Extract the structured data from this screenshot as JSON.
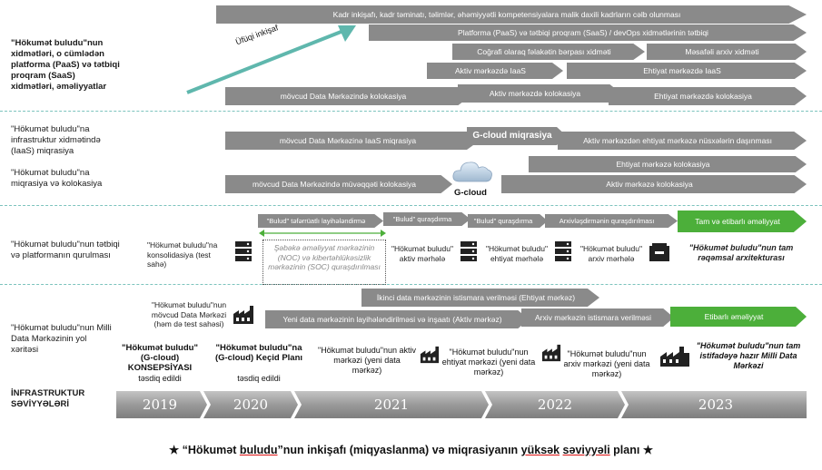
{
  "rows": {
    "saas": "\"Hökumət buludu\"nun xidmətləri, o cümlədən platforma (PaaS) və tətbiqi proqram (SaaS) xidmətləri, əməliyyatlar",
    "iaas": "\"Hökumət buludu\"na infrastruktur xidmətində (IaaS) miqrasiya",
    "colo": "\"Hökumət buludu\"na miqrasiya və kolokasiya",
    "platform": "\"Hökumət buludu\"nun tətbiqi və platformanın qurulması",
    "roadmap": "\"Hökumət buludu\"nun Milli Data Mərkəzinin yol xəritəsi",
    "infra": "İNFRASTRUKTUR SƏVİYYƏLƏRİ"
  },
  "growth_label": "Üfüqi inkişaf",
  "arrows": {
    "a1": "Kadr inkişafı, kadr təminatı, təlimlər, əhəmiyyətli kompetensiyalara malik daxili kadrların cəlb olunması",
    "a2": "Platforma (PaaS) və tətbiqi proqram (SaaS) / devOps xidmətlərinin tətbiqi",
    "a3": "Coğrafi olaraq fəlakətin bərpası xidməti",
    "a4": "Məsafəli arxiv xidməti",
    "a5": "Aktiv mərkəzdə IaaS",
    "a6": "Ehtiyat mərkəzdə IaaS",
    "a7": "mövcud Data Mərkəzində kolokasiya",
    "a8": "Aktiv mərkəzdə kolokasiya",
    "a9": "Ehtiyat mərkəzdə kolokasiya",
    "b1": "mövcud Data Mərkəzinə IaaS miqrasiya",
    "b2": "G-cloud miqrasiya",
    "b3": "Aktiv mərkəzdən ehtiyat mərkəzə nüsxələrin daşınması",
    "c1": "Ehtiyat mərkəzə kolokasiya",
    "c2": "mövcud Data Mərkəzində müvəqqəti kolokasiya",
    "c3": "Aktiv mərkəzə kolokasiya",
    "d1": "\"Bulud\" təfərrüatlı layihələndirmə",
    "d2": "\"Bulud\" quraşdırma",
    "d3": "\"Bulud\" quraşdırma",
    "d4": "Arxivləşdirmənin quraşdırılması",
    "d5": "Tam və etibarlı əməliyyat",
    "e1": "İkinci data mərkəzinin istismara verilməsi (Ehtiyat mərkəz)",
    "e2": "Yeni data mərkəzinin layihələndirilməsi və inşaatı (Aktiv mərkəz)",
    "e3": "Arxiv mərkəzin istismara verilməsi",
    "e4": "Etibarlı əməliyyat"
  },
  "gcloud_label": "G-cloud",
  "platform_notes": {
    "consolidation": "\"Hökumət buludu\"na konsolidasiya (test sahə)",
    "noc": "Şəbəkə əməliyyat mərkəzinin (NOC) və kibertəhlükəsizlik mərkəzinin (SOC) quraşdırılması",
    "active": "\"Hökumət buludu\" aktiv mərhələ",
    "reserve": "\"Hökumət buludu\" ehtiyat mərhələ",
    "archive": "\"Hökumət buludu\" arxiv mərhələ",
    "full": "\"Hökumət buludu\"nun tam rəqəmsal arxitekturası"
  },
  "roadmap_notes": {
    "existing": "\"Hökumət buludu\"nun mövcud Data Mərkəzi (həm də test sahəsi)",
    "active": "\"Hökumət buludu\"nun aktiv mərkəzi (yeni data mərkəz)",
    "reserve": "\"Hökumət buludu\"nun ehtiyat mərkəzi (yeni data mərkəz)",
    "archive": "\"Hökumət buludu\"nun arxiv mərkəzi (yeni data mərkəz)",
    "ready": "\"Hökumət buludu\"nun tam istifadəyə hazır Milli Data Mərkəzi"
  },
  "milestones": {
    "concept_title": "\"Hökumət buludu\" (G-cloud) KONSEPSİYASI",
    "concept_sub": "təsdiq edildi",
    "plan_title": "\"Hökumət buludu\"na (G-cloud) Keçid Planı",
    "plan_sub": "təsdiq edildi"
  },
  "years": [
    "2019",
    "2020",
    "2021",
    "2022",
    "2023"
  ],
  "footer": {
    "star": "★",
    "part1": "“Hökumət ",
    "u1": "buludu",
    "part2": "”nun inkişafı (miqyaslanma) və miqrasiyanın ",
    "u2": "yüksək",
    "part3": " ",
    "u3": "səviyyəli",
    "part4": " planı"
  },
  "colors": {
    "arrow_gray": "#8a8a8a",
    "arrow_green": "#4caf3a",
    "teal": "#5fb7ad",
    "timeline": "#9e9e9e"
  }
}
